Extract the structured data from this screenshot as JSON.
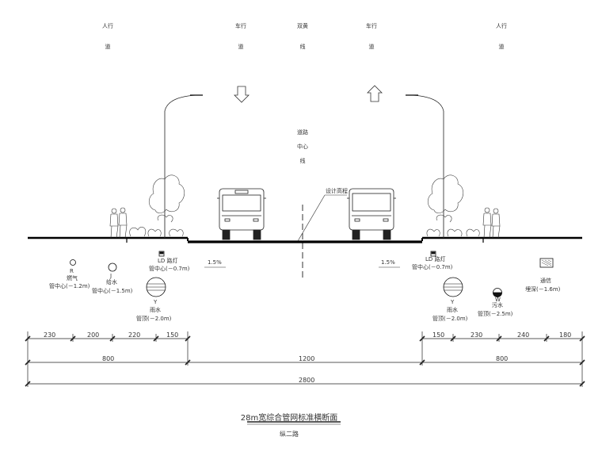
{
  "top_labels": {
    "sidewalk_left": "人行道",
    "lane_left": "车行道",
    "center_line": "双黄线",
    "lane_right": "车行道",
    "sidewalk_right": "人行道"
  },
  "road_centerline": "道路中心线",
  "design_elevation": "设计高程",
  "slope_left": "1.5%",
  "slope_right": "1.5%",
  "utilities": {
    "gas": {
      "code": "R",
      "name": "燃气",
      "depth": "管中心(－1.2m)"
    },
    "water_supply": {
      "code": "J",
      "name": "给水",
      "depth": "管中心(－1.5m)"
    },
    "street_light_left": {
      "name": "LD 路灯",
      "depth": "管中心(－0.7m)"
    },
    "storm_left": {
      "code": "Y",
      "name": "雨水",
      "depth": "管顶(－2.0m)"
    },
    "street_light_right": {
      "name": "LD 路灯",
      "depth": "管中心(－0.7m)"
    },
    "storm_right": {
      "code": "Y",
      "name": "雨水",
      "depth": "管顶(－2.0m)"
    },
    "sewage": {
      "code": "W",
      "name": "污水",
      "depth": "管顶(－2.5m)"
    },
    "telecom": {
      "name": "通信",
      "depth": "埋深(－1.6m)"
    }
  },
  "dimensions": {
    "left_row": [
      "230",
      "200",
      "220",
      "150"
    ],
    "right_row": [
      "150",
      "230",
      "240",
      "180"
    ],
    "mid_row": [
      "800",
      "1200",
      "800"
    ],
    "total": "2800"
  },
  "title": "28m宽综合管网标准横断面",
  "subtitle": "纵二路"
}
